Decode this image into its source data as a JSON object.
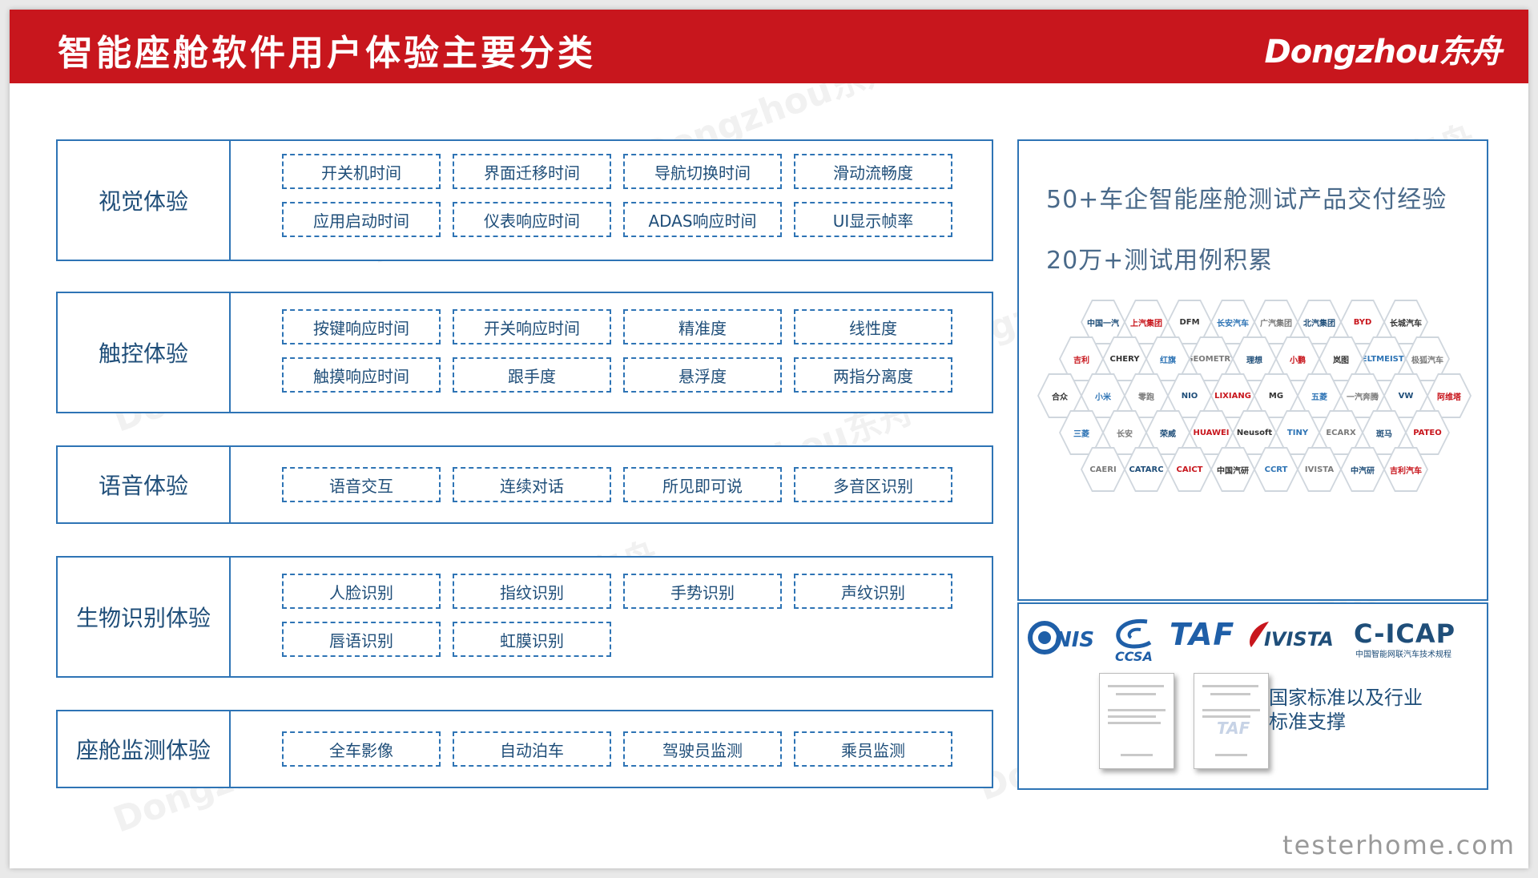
{
  "header": {
    "title": "智能座舱软件用户体验主要分类",
    "brand": "Dongzhou东舟"
  },
  "categories": [
    {
      "label": "视觉体验",
      "items": [
        "开关机时间",
        "界面迁移时间",
        "导航切换时间",
        "滑动流畅度",
        "应用启动时间",
        "仪表响应时间",
        "ADAS响应时间",
        "UI显示帧率"
      ]
    },
    {
      "label": "触控体验",
      "items": [
        "按键响应时间",
        "开关响应时间",
        "精准度",
        "线性度",
        "触摸响应时间",
        "跟手度",
        "悬浮度",
        "两指分离度"
      ]
    },
    {
      "label": "语音体验",
      "items": [
        "语音交互",
        "连续对话",
        "所见即可说",
        "多音区识别"
      ]
    },
    {
      "label": "生物识别体验",
      "items": [
        "人脸识别",
        "指纹识别",
        "手势识别",
        "声纹识别",
        "唇语识别",
        "虹膜识别"
      ]
    },
    {
      "label": "座舱监测体验",
      "items": [
        "全车影像",
        "自动泊车",
        "驾驶员监测",
        "乘员监测"
      ]
    }
  ],
  "experience": {
    "line1": "50+车企智能座舱测试产品交付经验",
    "line2": "20万+测试用例积累"
  },
  "brand_logos": [
    [
      "中国一汽",
      "上汽集团",
      "DFM",
      "长安汽车",
      "广汽集团",
      "北汽集团",
      "BYD",
      "长城汽车"
    ],
    [
      "吉利",
      "CHERY",
      "红旗",
      "GEOMETRY",
      "理想",
      "小鹏",
      "岚图",
      "WELTMEISTER",
      "极狐汽车"
    ],
    [
      "合众",
      "小米",
      "零跑",
      "NIO",
      "LIXIANG",
      "MG",
      "五菱",
      "一汽奔腾",
      "VW",
      "阿维塔"
    ],
    [
      "三菱",
      "长安",
      "荣威",
      "HUAWEI",
      "Neusoft",
      "TINY",
      "ECARX",
      "斑马",
      "PATEO"
    ],
    [
      "CAERI",
      "CATARC",
      "CAICT",
      "中国汽研",
      "CCRT",
      "IVISTA",
      "中汽研",
      "吉利汽车"
    ]
  ],
  "standards": {
    "logos": [
      "NIS",
      "CCSA",
      "TAF",
      "IVISTA",
      "C-ICAP"
    ],
    "cicap_sub": "中国智能网联汽车技术规程",
    "doc2_title": "TAF",
    "text_line1": "国家标准以及行业",
    "text_line2": "标准支撑"
  },
  "watermark": "Dongzhou东舟",
  "footer_mark": "testerhome.com"
}
